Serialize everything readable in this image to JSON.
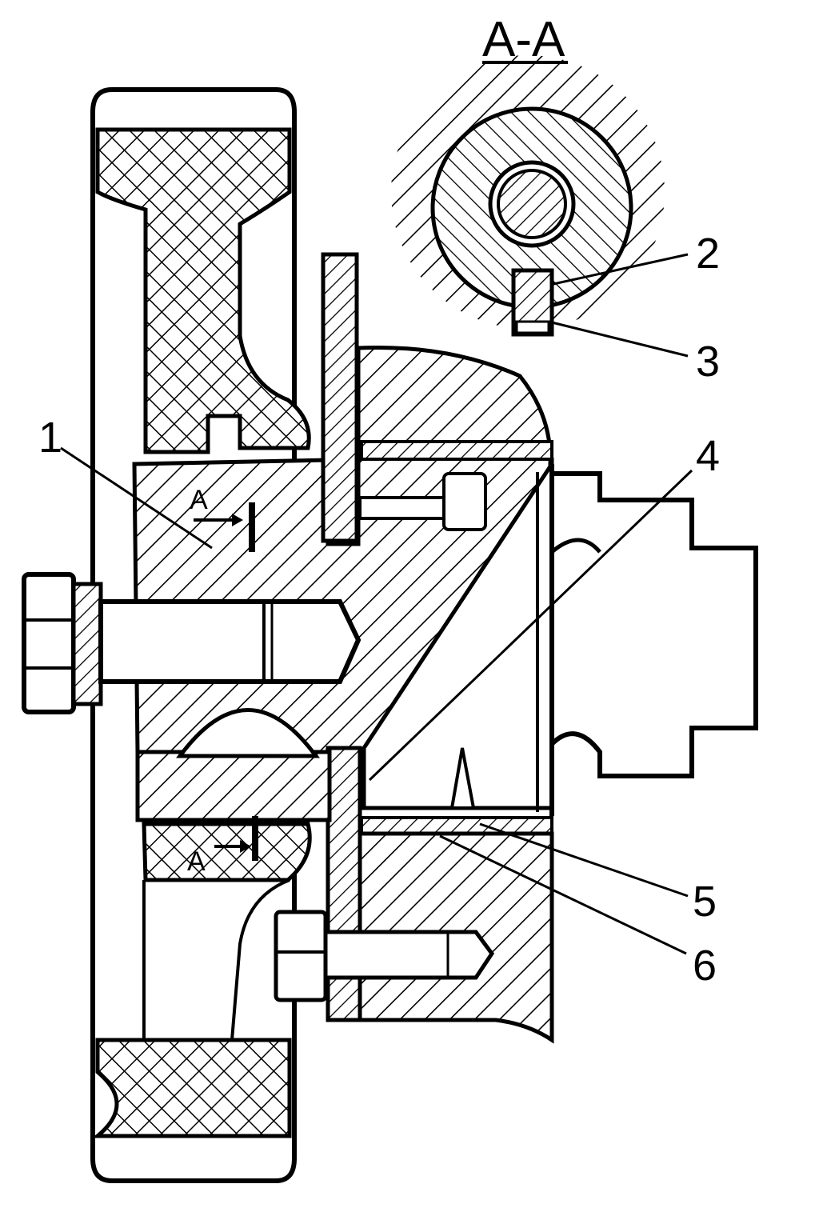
{
  "section": {
    "title": "A-A"
  },
  "callouts": [
    {
      "id": "1",
      "text": "1"
    },
    {
      "id": "2",
      "text": "2"
    },
    {
      "id": "3",
      "text": "3"
    },
    {
      "id": "4",
      "text": "4"
    },
    {
      "id": "5",
      "text": "5"
    },
    {
      "id": "6",
      "text": "6"
    }
  ],
  "cut_marks": {
    "upper": "A",
    "lower": "A"
  },
  "colors": {
    "ink": "#000000",
    "paper": "#ffffff"
  }
}
